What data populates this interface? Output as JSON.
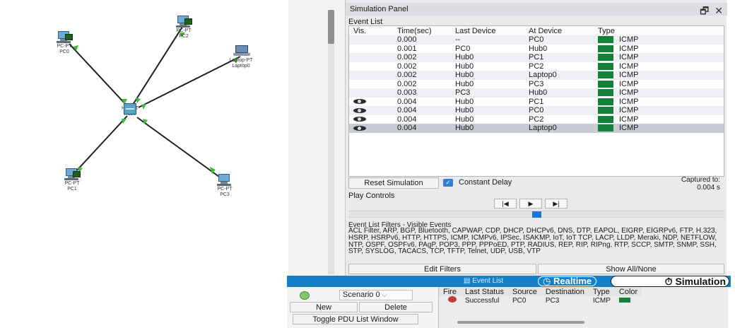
{
  "topology": {
    "nodes": {
      "pc0": {
        "type_label": "PC-PT",
        "name": "PC0"
      },
      "pc2": {
        "type_label": "PC-PT",
        "name": "PC2"
      },
      "laptop0": {
        "type_label": "Laptop-PT",
        "name": "Laptop0"
      },
      "hub0": {
        "type_label": "Hub-PT",
        "name": "Hub0"
      },
      "pc1": {
        "type_label": "PC-PT",
        "name": "PC1"
      },
      "pc3": {
        "type_label": "PC-PT",
        "name": "PC3"
      }
    },
    "link_color": "#1f1f1f",
    "port_color": "#3cbf3c"
  },
  "simulation_panel": {
    "title": "Simulation Panel",
    "controls": {
      "restore_icon": "restore-window-icon",
      "close_icon": "close-icon"
    },
    "event_list_label": "Event List",
    "columns": [
      "Vis.",
      "Time(sec)",
      "Last Device",
      "At Device",
      "Type"
    ],
    "events": [
      {
        "visible": false,
        "time": "0.000",
        "last": "--",
        "at": "PC0",
        "type": "ICMP",
        "color": "#15803a"
      },
      {
        "visible": false,
        "time": "0.001",
        "last": "PC0",
        "at": "Hub0",
        "type": "ICMP",
        "color": "#15803a"
      },
      {
        "visible": false,
        "time": "0.002",
        "last": "Hub0",
        "at": "PC1",
        "type": "ICMP",
        "color": "#15803a"
      },
      {
        "visible": false,
        "time": "0.002",
        "last": "Hub0",
        "at": "PC2",
        "type": "ICMP",
        "color": "#15803a"
      },
      {
        "visible": false,
        "time": "0.002",
        "last": "Hub0",
        "at": "Laptop0",
        "type": "ICMP",
        "color": "#15803a"
      },
      {
        "visible": false,
        "time": "0.002",
        "last": "Hub0",
        "at": "PC3",
        "type": "ICMP",
        "color": "#15803a"
      },
      {
        "visible": false,
        "time": "0.003",
        "last": "PC3",
        "at": "Hub0",
        "type": "ICMP",
        "color": "#15803a"
      },
      {
        "visible": true,
        "time": "0.004",
        "last": "Hub0",
        "at": "PC1",
        "type": "ICMP",
        "color": "#15803a"
      },
      {
        "visible": true,
        "time": "0.004",
        "last": "Hub0",
        "at": "PC0",
        "type": "ICMP",
        "color": "#15803a"
      },
      {
        "visible": true,
        "time": "0.004",
        "last": "Hub0",
        "at": "PC2",
        "type": "ICMP",
        "color": "#15803a"
      },
      {
        "visible": true,
        "time": "0.004",
        "last": "Hub0",
        "at": "Laptop0",
        "type": "ICMP",
        "color": "#15803a",
        "selected": true
      }
    ],
    "reset_label": "Reset Simulation",
    "constant_delay_label": "Constant Delay",
    "constant_delay_checked": true,
    "captured_label": "Captured to:",
    "captured_value": "0.004 s",
    "play_controls_label": "Play Controls",
    "play_buttons": [
      "|◀",
      "▶",
      "▶|"
    ],
    "play_position": 0.5,
    "filters_title": "Event List Filters - Visible Events",
    "filters_text": "ACL Filter, ARP, BGP, Bluetooth, CAPWAP, CDP, DHCP, DHCPv6, DNS, DTP, EAPOL, EIGRP, EIGRPv6, FTP, H.323, HSRP, HSRPv6, HTTP, HTTPS, ICMP, ICMPv6, IPSec, ISAKMP, IoT, IoT TCP, LACP, LLDP, Meraki, NDP, NETFLOW, NTP, OSPF, OSPFv6, PAgP, POP3, PPP, PPPoED, PTP, RADIUS, REP, RIP, RIPng, RTP, SCCP, SMTP, SNMP, SSH, STP, SYSLOG, TACACS, TCP, TFTP, Telnet, UDP, USB, VTP",
    "edit_filters_label": "Edit Filters",
    "show_all_label": "Show All/None"
  },
  "mode_bar": {
    "event_list_label": "Event List",
    "realtime_label": "Realtime",
    "simulation_label": "Simulation",
    "active_mode": "Simulation",
    "bar_color": "#1580c8"
  },
  "scenario": {
    "selected": "Scenario 0",
    "new_label": "New",
    "delete_label": "Delete",
    "toggle_label": "Toggle PDU List Window"
  },
  "pdu_list": {
    "columns": [
      "Fire",
      "Last Status",
      "Source",
      "Destination",
      "Type",
      "Color"
    ],
    "rows": [
      {
        "last_status": "Successful",
        "source": "PC0",
        "destination": "PC3",
        "type": "ICMP",
        "color": "#15803a"
      }
    ]
  }
}
